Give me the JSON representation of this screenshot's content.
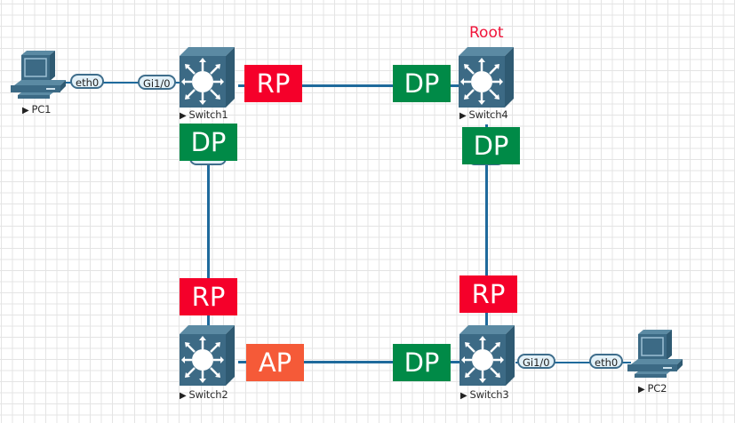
{
  "diagram": {
    "title_annotation": "Root",
    "colors": {
      "RP": "#f5002a",
      "DP": "#008a47",
      "AP": "#f55a38",
      "link": "#1f6a9c",
      "device": "#3c6a85",
      "root_text": "#f0143a"
    },
    "nodes": {
      "pc1": {
        "label": "PC1",
        "icon": "pc-icon"
      },
      "pc2": {
        "label": "PC2",
        "icon": "pc-icon"
      },
      "switch1": {
        "label": "Switch1",
        "icon": "l3-switch-icon"
      },
      "switch2": {
        "label": "Switch2",
        "icon": "l3-switch-icon"
      },
      "switch3": {
        "label": "Switch3",
        "icon": "l3-switch-icon"
      },
      "switch4": {
        "label": "Switch4",
        "icon": "l3-switch-icon",
        "annotation": "Root"
      }
    },
    "ports": {
      "pc1_eth0": "eth0",
      "sw1_gi": "Gi1/0",
      "sw3_gi": "Gi1/0",
      "pc2_eth0": "eth0"
    },
    "roles": {
      "sw1_to_sw4": "RP",
      "sw4_to_sw1": "DP",
      "sw1_to_sw2": "DP",
      "sw2_to_sw1": "RP",
      "sw4_to_sw3": "DP",
      "sw3_to_sw4": "RP",
      "sw2_to_sw3": "AP",
      "sw3_to_sw2": "DP"
    },
    "links": [
      {
        "from": "PC1",
        "to": "Switch1"
      },
      {
        "from": "Switch1",
        "to": "Switch4"
      },
      {
        "from": "Switch1",
        "to": "Switch2"
      },
      {
        "from": "Switch4",
        "to": "Switch3"
      },
      {
        "from": "Switch2",
        "to": "Switch3"
      },
      {
        "from": "Switch3",
        "to": "PC2"
      }
    ],
    "play_glyph": "▶"
  }
}
